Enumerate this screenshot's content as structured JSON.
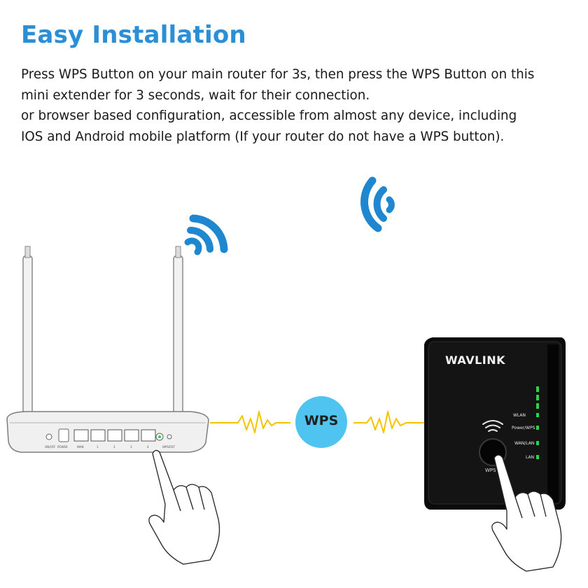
{
  "header": {
    "title": "Easy Installation",
    "lines": [
      "Press WPS Button on your main router for 3s, then press the WPS Button on this",
      "mini extender for 3 seconds, wait for their connection.",
      "or browser based configuration, accessible from almost  any device, including",
      "IOS and Android mobile platform (If your router do not have a WPS button)."
    ]
  },
  "wps_badge": {
    "label": "WPS"
  },
  "extender": {
    "brand": "WAVLINK",
    "leds": [
      "WLAN",
      "Power/WPS",
      "WAN/LAN",
      "LAN"
    ],
    "button_label": "WPS"
  },
  "router": {
    "port_labels": [
      "ON/OFF",
      "POWER",
      "WAN",
      "1",
      "2",
      "3",
      "4",
      "WPS/RST"
    ]
  },
  "colors": {
    "title": "#2a8fd6",
    "wifi_waves": "#1f86d0",
    "signal": "#f5c400",
    "wps_badge": "#4fc4f0",
    "led": "#2ed24a"
  },
  "icons": [
    "wifi-waves-icon",
    "hand-pointer-icon",
    "signal-zigzag-icon"
  ]
}
